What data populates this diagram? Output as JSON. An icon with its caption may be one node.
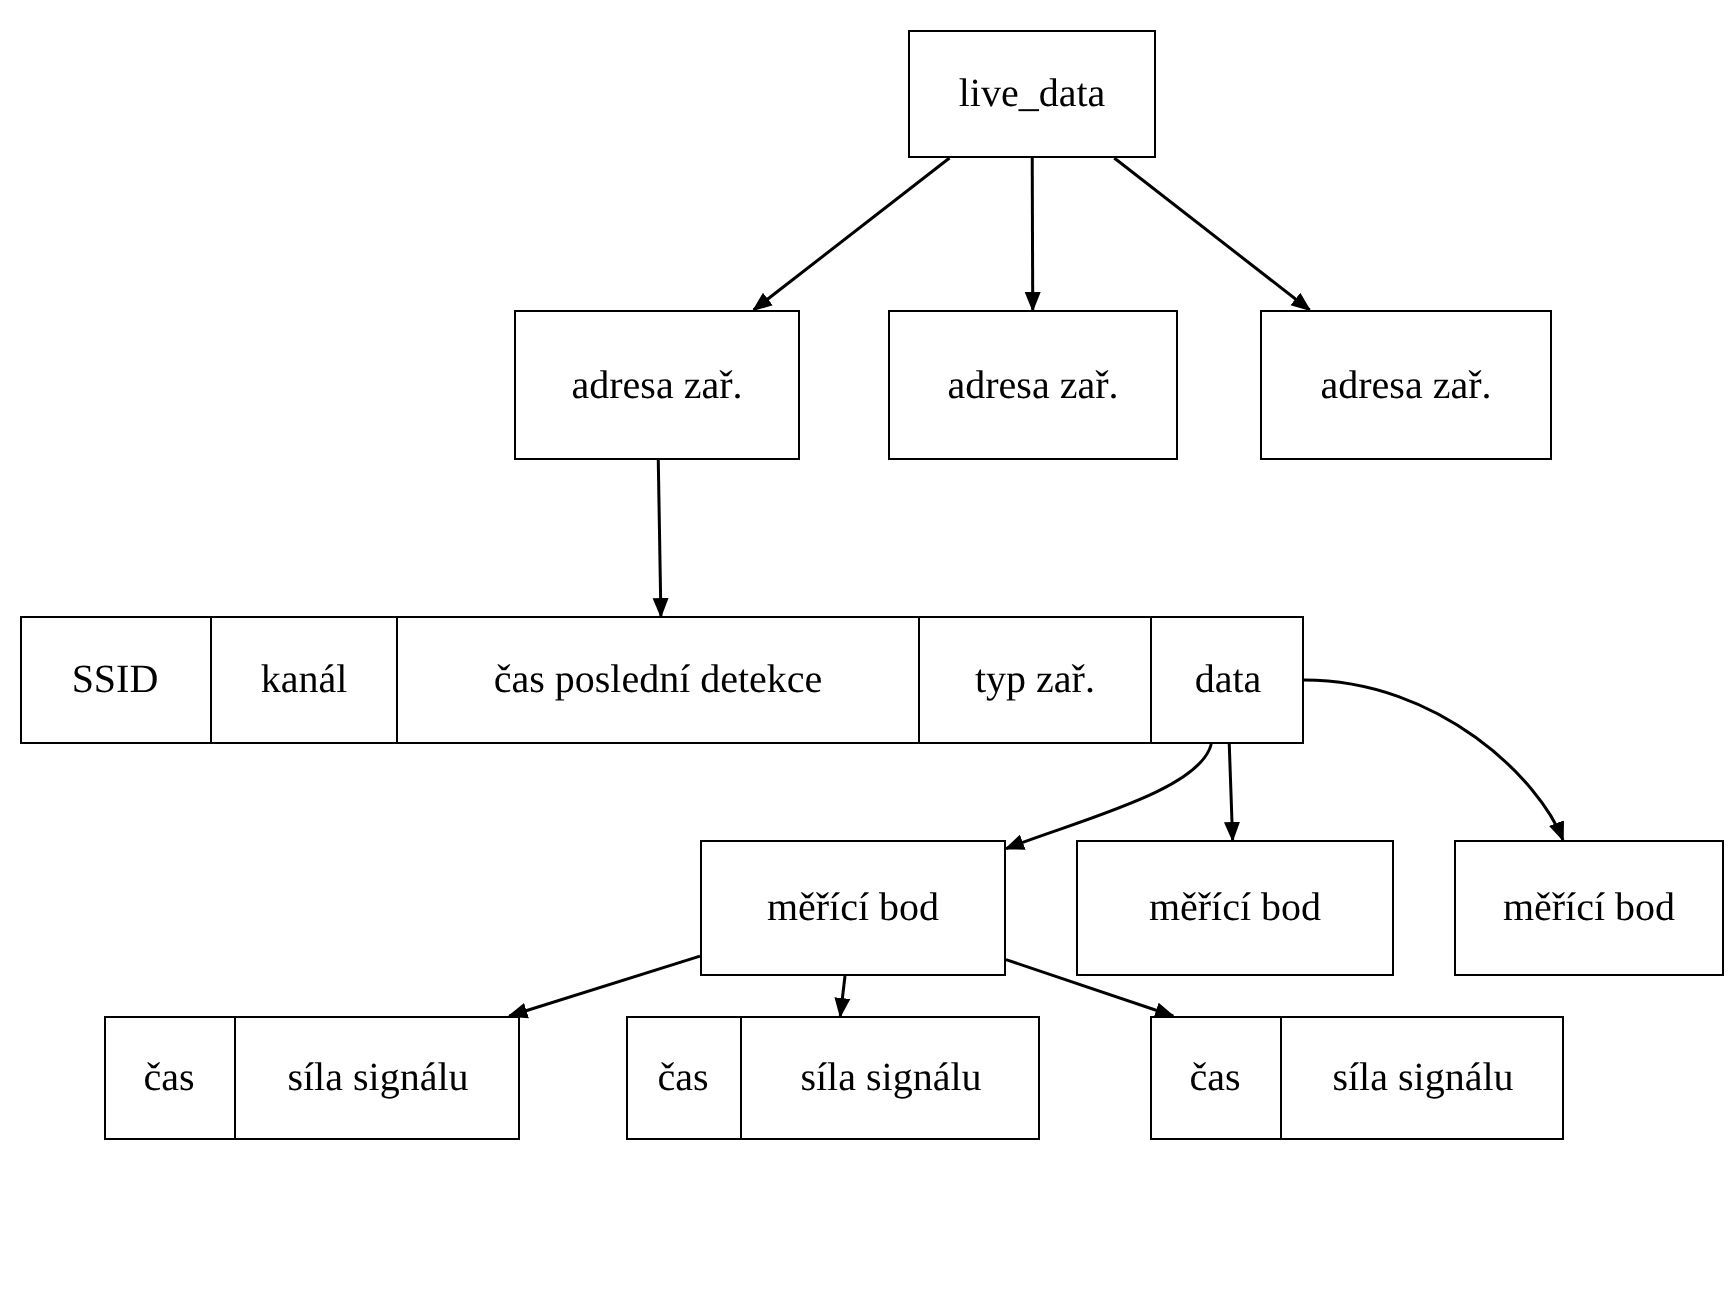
{
  "diagram": {
    "nodes": [
      {
        "text": [
          "live_data"
        ]
      },
      {
        "text": [
          "adresa zař."
        ]
      },
      {
        "text": [
          "adresa zař."
        ]
      },
      {
        "text": [
          "adresa zař."
        ]
      },
      {
        "text": [],
        "shape": "box"
      },
      {
        "text": [
          "SSID"
        ],
        "in": 4
      },
      {
        "text": [
          "kanál"
        ],
        "in": 4
      },
      {
        "text": [
          "čas poslední detekce"
        ],
        "in": 4
      },
      {
        "text": [
          "typ zař."
        ],
        "in": 4
      },
      {
        "text": [
          "data"
        ],
        "in": 4
      },
      {
        "text": [
          "měřící bod"
        ]
      },
      {
        "text": [
          "měřící bod"
        ]
      },
      {
        "text": [
          "měřící bod"
        ]
      },
      {
        "text": [],
        "shape": "box"
      },
      {
        "text": [
          "čas"
        ],
        "in": 13
      },
      {
        "text": [
          "síla signálu"
        ],
        "in": 13
      },
      {
        "text": [],
        "shape": "box"
      },
      {
        "text": [
          "čas"
        ],
        "in": 16
      },
      {
        "text": [
          "síla signálu"
        ],
        "in": 16
      },
      {
        "text": [],
        "shape": "box"
      },
      {
        "text": [
          "čas"
        ],
        "in": 19
      },
      {
        "text": [
          "síla signálu"
        ],
        "in": 19
      }
    ],
    "edges": [
      {
        "from": 0,
        "to": 1,
        "arrow": "to"
      },
      {
        "from": 0,
        "to": 2,
        "arrow": "to"
      },
      {
        "from": 0,
        "to": 3,
        "arrow": "to"
      },
      {
        "from": 1,
        "to": 4,
        "arrow": "to"
      },
      {
        "from": 9,
        "to": 10,
        "arrow": "to"
      },
      {
        "from": 9,
        "to": 11,
        "arrow": "to"
      },
      {
        "from": 9,
        "to": 12,
        "arrow": "to"
      },
      {
        "from": 10,
        "to": 13,
        "arrow": "to"
      },
      {
        "from": 10,
        "to": 16,
        "arrow": "to"
      },
      {
        "from": 10,
        "to": 19,
        "arrow": "to"
      }
    ]
  }
}
